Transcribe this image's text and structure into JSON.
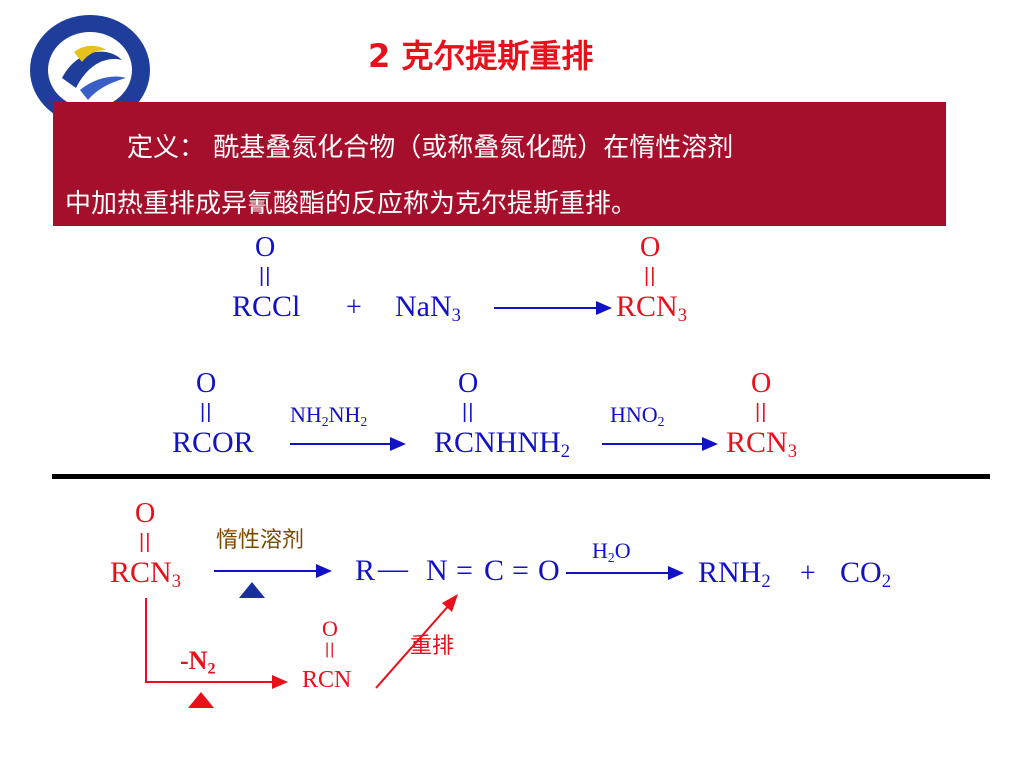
{
  "slide": {
    "title": "2 克尔提斯重排",
    "definition": {
      "label": "定义：",
      "line1": "酰基叠氮化合物（或称叠氮化酰）在惰性溶剂",
      "line2": "中加热重排成异氰酸酯的反应称为克尔提斯重排。"
    }
  },
  "reaction1": {
    "reactant_o": "O",
    "reactant_dbl": "||",
    "reactant": "RCCl",
    "plus": "+",
    "reagent_main": "NaN",
    "reagent_sub": "3",
    "product_o": "O",
    "product_dbl": "||",
    "product_main": "RCN",
    "product_sub": "3"
  },
  "reaction2": {
    "reactant_o": "O",
    "reactant_dbl": "||",
    "reactant": "RCOR",
    "reagent1_a": "NH",
    "reagent1_a_sub": "2",
    "reagent1_b": "NH",
    "reagent1_b_sub": "2",
    "intermediate_o": "O",
    "intermediate_dbl": "||",
    "intermediate_main": "RCNHNH",
    "intermediate_sub": "2",
    "reagent2_main": "HNO",
    "reagent2_sub": "2",
    "product_o": "O",
    "product_dbl": "||",
    "product_main": "RCN",
    "product_sub": "3"
  },
  "reaction3": {
    "start_o": "O",
    "start_dbl": "||",
    "start_main": "RCN",
    "start_sub": "3",
    "solvent_label": "惰性溶剂",
    "iso_r": "R",
    "iso_dash": "—",
    "iso_n": "N",
    "iso_eq1": "=",
    "iso_c": "C",
    "iso_eq2": "=",
    "iso_o": "O",
    "water_main": "H",
    "water_sub": "2",
    "water_o": "O",
    "amine_main": "RNH",
    "amine_sub": "2",
    "plus": "+",
    "co2_main": "CO",
    "co2_sub": "2",
    "loss_label_main": "-N",
    "loss_label_sub": "2",
    "nitrene_o": "O",
    "nitrene_dbl": "||",
    "nitrene": "RCN",
    "rearrange_label": "重排"
  },
  "colors": {
    "blue": "#1111c8",
    "red": "#e8101a",
    "definition_bg": "#a50f2b",
    "solvent_text": "#7a4a00"
  },
  "icons": {
    "logo": "university-seal-icon",
    "heat_up": "triangle-up-icon"
  }
}
